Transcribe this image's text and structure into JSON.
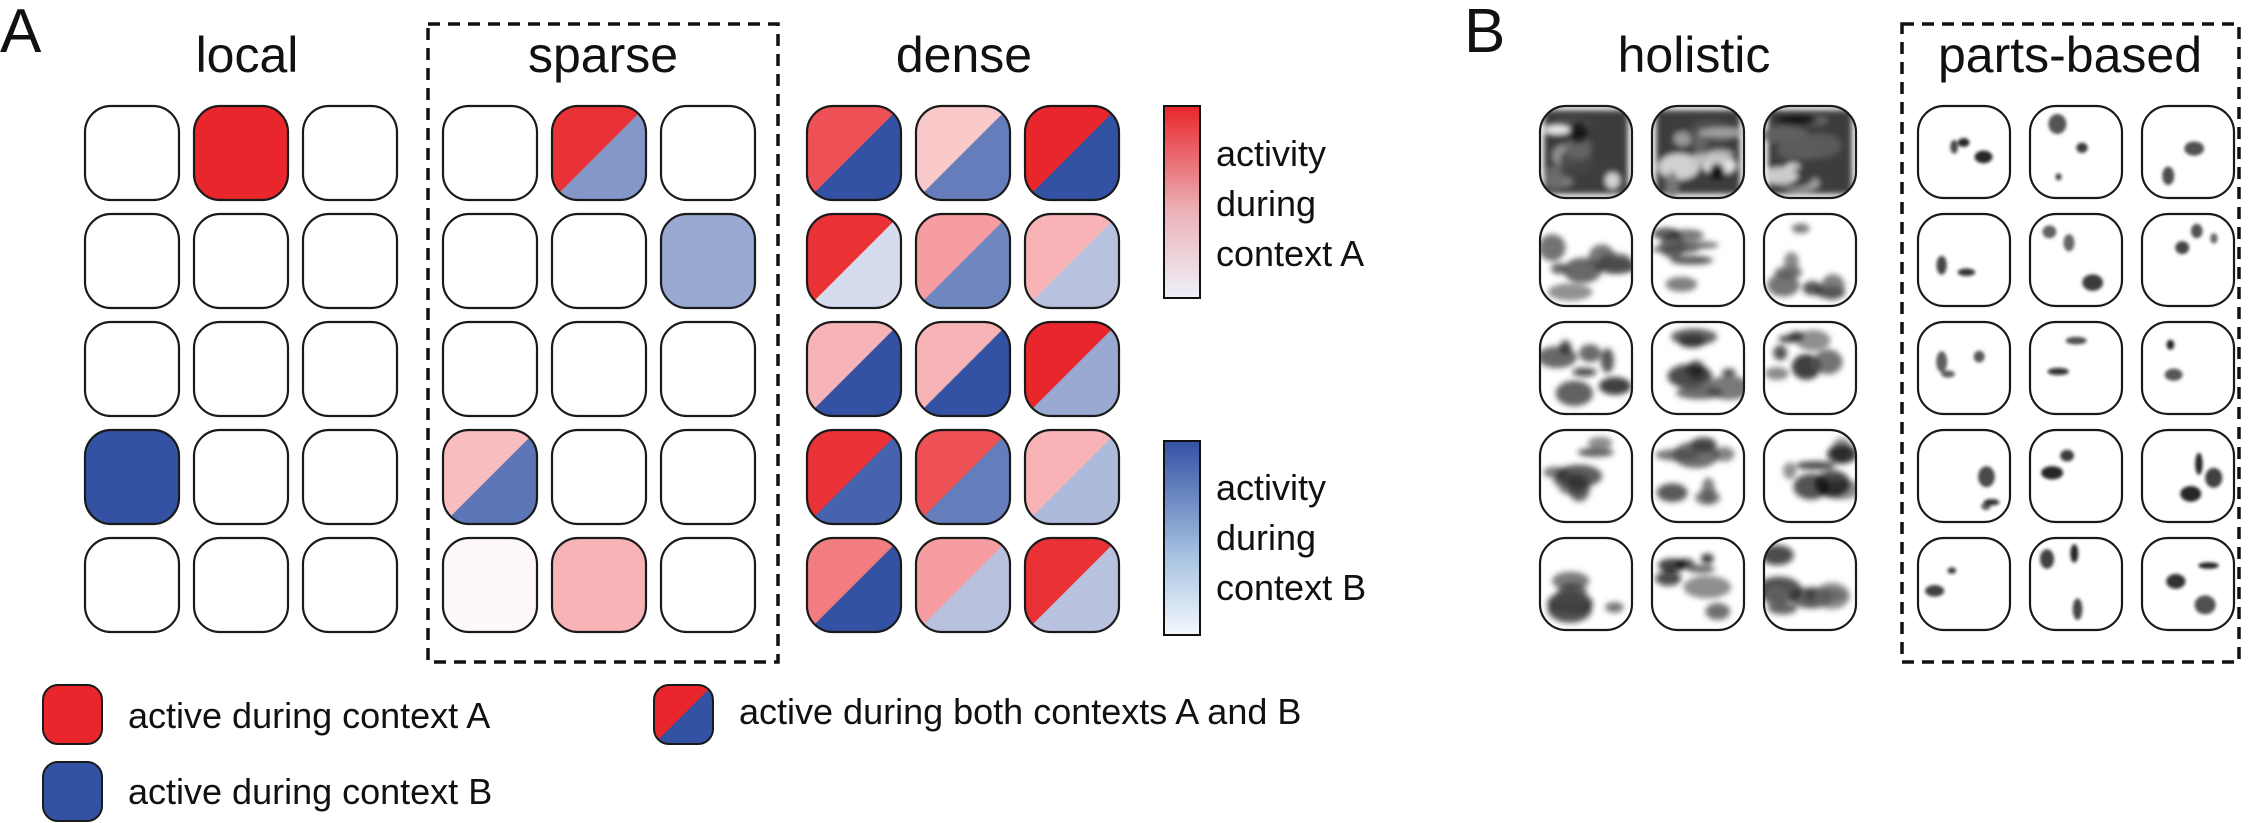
{
  "panel_a": {
    "letter": "A",
    "groups": [
      {
        "title": "local",
        "boxed": false,
        "cells": [
          [
            null,
            {
              "a": 1,
              "b": 0
            },
            null
          ],
          [
            null,
            null,
            null
          ],
          [
            null,
            null,
            null
          ],
          [
            {
              "a": 0,
              "b": 1
            },
            null,
            null
          ],
          [
            null,
            null,
            null
          ]
        ]
      },
      {
        "title": "sparse",
        "boxed": true,
        "cells": [
          [
            null,
            {
              "a": 0.95,
              "b": 0.6
            },
            null
          ],
          [
            null,
            null,
            {
              "a": 0,
              "b": 0.5
            }
          ],
          [
            null,
            null,
            null
          ],
          [
            {
              "a": 0.3,
              "b": 0.8
            },
            null,
            null
          ],
          [
            {
              "a": 0.03,
              "b": 0
            },
            {
              "a": 0.35,
              "b": 0
            },
            null
          ]
        ]
      },
      {
        "title": "dense",
        "boxed": false,
        "cells": [
          [
            {
              "a": 0.8,
              "b": 1
            },
            {
              "a": 0.25,
              "b": 0.75
            },
            {
              "a": 1,
              "b": 1
            }
          ],
          [
            {
              "a": 0.95,
              "b": 0.2
            },
            {
              "a": 0.45,
              "b": 0.7
            },
            {
              "a": 0.35,
              "b": 0.35
            }
          ],
          [
            {
              "a": 0.35,
              "b": 1
            },
            {
              "a": 0.35,
              "b": 1
            },
            {
              "a": 1,
              "b": 0.5
            }
          ],
          [
            {
              "a": 0.95,
              "b": 0.9
            },
            {
              "a": 0.8,
              "b": 0.75
            },
            {
              "a": 0.35,
              "b": 0.4
            }
          ],
          [
            {
              "a": 0.6,
              "b": 1
            },
            {
              "a": 0.45,
              "b": 0.35
            },
            {
              "a": 0.95,
              "b": 0.35
            }
          ]
        ]
      }
    ],
    "colorbars": [
      {
        "lines": [
          "activity",
          "during",
          "context A"
        ],
        "color": "#e8262b"
      },
      {
        "lines": [
          "activity",
          "during",
          "context B"
        ],
        "color": "#3352a4"
      }
    ],
    "legend": {
      "a": "active during context A",
      "b": "active during context B",
      "both": "active during both contexts A and B"
    }
  },
  "panel_b": {
    "letter": "B",
    "groups": [
      {
        "title": "holistic",
        "boxed": false
      },
      {
        "title": "parts-based",
        "boxed": true
      }
    ]
  },
  "colors": {
    "context_a": "#e8262b",
    "context_b": "#3352a4",
    "cell_border": "#1a1a1a",
    "empty_cell": "#ffffff"
  }
}
